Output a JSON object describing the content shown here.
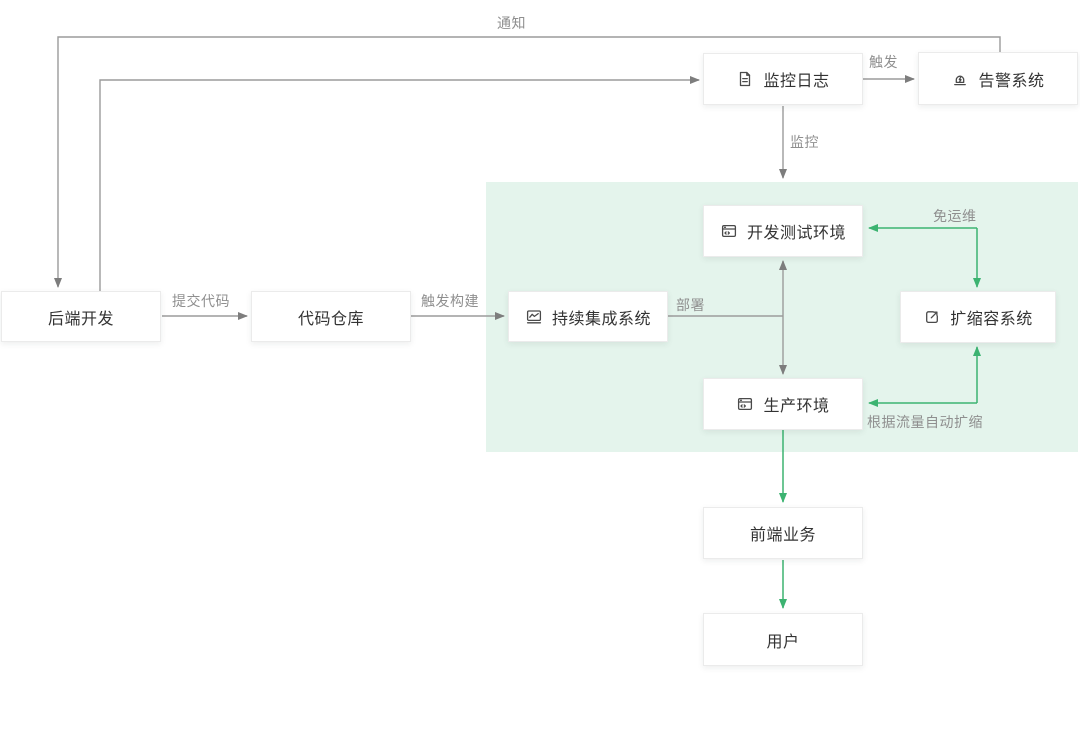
{
  "diagram": {
    "title": "CI/CD serverless architecture flow",
    "colors": {
      "line_gray": "#999999",
      "arrow_gray": "#7d7d7d",
      "line_green": "#3cb371",
      "region_bg": "#e4f4ec",
      "box_border": "#ebebeb",
      "node_text": "#333333",
      "label_text": "#8f8f8f"
    },
    "nodes": {
      "backend_dev": {
        "label": "后端开发",
        "icon": ""
      },
      "code_repo": {
        "label": "代码仓库",
        "icon": ""
      },
      "ci_system": {
        "label": "持续集成系统",
        "icon": "line-chart"
      },
      "monitor_log": {
        "label": "监控日志",
        "icon": "document-lines"
      },
      "alert_system": {
        "label": "告警系统",
        "icon": "alarm-siren"
      },
      "dev_test_env": {
        "label": "开发测试环境",
        "icon": "app-window"
      },
      "scaling_system": {
        "label": "扩缩容系统",
        "icon": "expand-arrow"
      },
      "prod_env": {
        "label": "生产环境",
        "icon": "app-window"
      },
      "frontend_biz": {
        "label": "前端业务",
        "icon": ""
      },
      "user": {
        "label": "用户",
        "icon": ""
      }
    },
    "edges": [
      {
        "from": "alert_system",
        "to": "backend_dev",
        "label": "通知",
        "color": "gray",
        "bidirectional": false
      },
      {
        "from": "backend_dev",
        "to": "monitor_log",
        "label": "",
        "color": "gray",
        "bidirectional": false
      },
      {
        "from": "backend_dev",
        "to": "code_repo",
        "label": "提交代码",
        "color": "gray",
        "bidirectional": false
      },
      {
        "from": "code_repo",
        "to": "ci_system",
        "label": "触发构建",
        "color": "gray",
        "bidirectional": false
      },
      {
        "from": "monitor_log",
        "to": "alert_system",
        "label": "触发",
        "color": "gray",
        "bidirectional": false
      },
      {
        "from": "monitor_log",
        "to": "serverless_region",
        "label": "监控",
        "color": "gray",
        "bidirectional": false
      },
      {
        "from": "ci_system",
        "to": "dev_test_env",
        "label": "部署",
        "color": "gray",
        "bidirectional": false
      },
      {
        "from": "ci_system",
        "to": "prod_env",
        "label": "",
        "color": "gray",
        "bidirectional": false
      },
      {
        "from": "scaling_system",
        "to": "dev_test_env",
        "label": "免运维",
        "color": "green",
        "bidirectional": true
      },
      {
        "from": "scaling_system",
        "to": "prod_env",
        "label": "根据流量自动扩缩",
        "color": "green",
        "bidirectional": true
      },
      {
        "from": "prod_env",
        "to": "frontend_biz",
        "label": "",
        "color": "green",
        "bidirectional": false
      },
      {
        "from": "frontend_biz",
        "to": "user",
        "label": "",
        "color": "green",
        "bidirectional": false
      }
    ]
  }
}
